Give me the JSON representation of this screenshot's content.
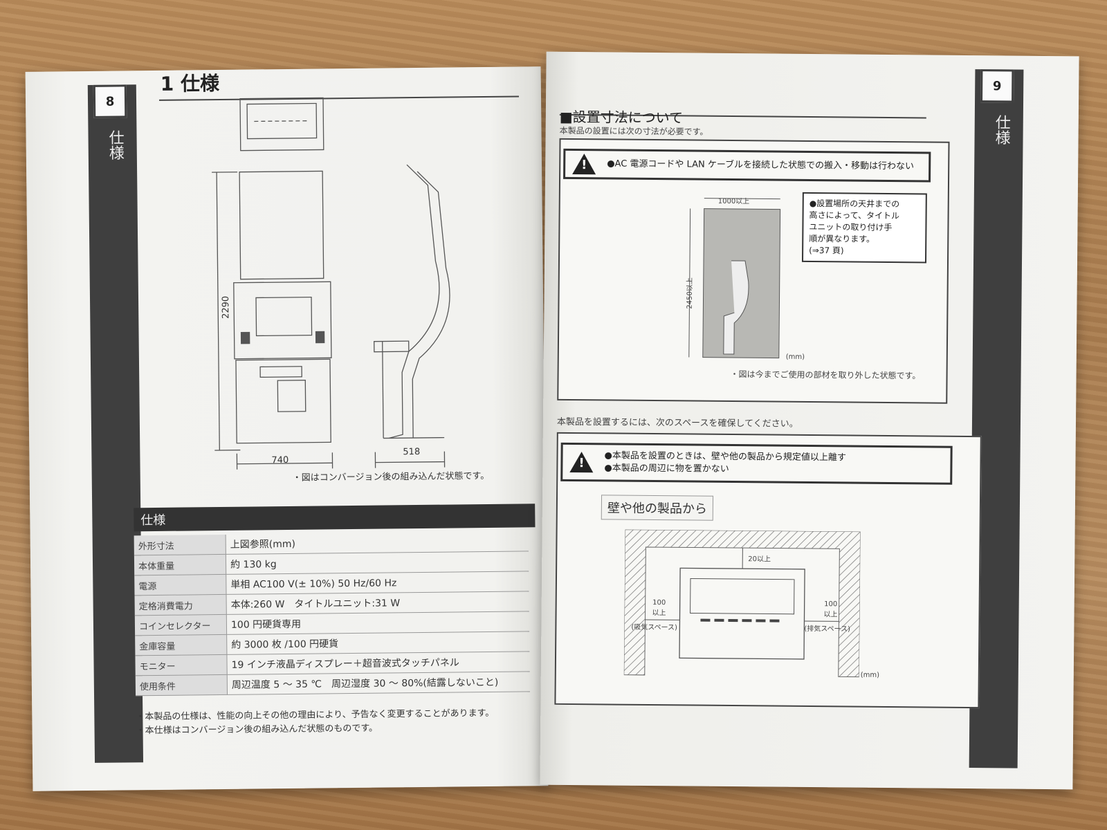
{
  "left": {
    "page_number": "8",
    "sidebar_label": "仕様",
    "chapter_title": "1 仕様",
    "dims": {
      "height": "2290",
      "width": "740",
      "depth": "518"
    },
    "drawing_caption": "・図はコンバージョン後の組み込んだ状態です。",
    "spec_header": "仕様",
    "specs": [
      {
        "k": "外形寸法",
        "v": "上図参照(mm)"
      },
      {
        "k": "本体重量",
        "v": "約 130 kg"
      },
      {
        "k": "電源",
        "v": "単相 AC100 V(± 10%) 50 Hz/60 Hz"
      },
      {
        "k": "定格消費電力",
        "v": "本体:260 W　タイトルユニット:31 W"
      },
      {
        "k": "コインセレクター",
        "v": "100 円硬貨専用"
      },
      {
        "k": "金庫容量",
        "v": "約 3000 枚 /100 円硬貨"
      },
      {
        "k": "モニター",
        "v": "19 インチ液晶ディスプレー＋超音波式タッチパネル"
      },
      {
        "k": "使用条件",
        "v": "周辺温度 5 ～ 35 ℃　周辺湿度 30 ～ 80%(結露しないこと)"
      }
    ],
    "notes": [
      "・本製品の仕様は、性能の向上その他の理由により、予告なく変更することがあります。",
      "・本仕様はコンバージョン後の組み込んだ状態のものです。"
    ]
  },
  "right": {
    "page_number": "9",
    "sidebar_label": "仕様",
    "section_title": "■設置寸法について",
    "section_sub": "本製品の設置には次の寸法が必要です。",
    "warning1": "●AC 電源コードや LAN ケーブルを接続した状態での搬入・移動は行わない",
    "dim_top": "1000以上",
    "dim_side": "2450以上",
    "unit": "(mm)",
    "ceiling_note": [
      "●設置場所の天井までの",
      "高さによって、タイトル",
      "ユニットの取り付け手",
      "順が異なります。",
      "(⇒37 頁)"
    ],
    "fig_caption": "・図は今までご使用の部材を取り外した状態です。",
    "space_text": "本製品を設置するには、次のスペースを確保してください。",
    "warning2": [
      "●本製品を設置のときは、壁や他の製品から規定値以上離す",
      "●本製品の周辺に物を置かない"
    ],
    "wall_label": "壁や他の製品から",
    "top_clear": "20以上",
    "left_clear": [
      "100",
      "以上"
    ],
    "right_clear": [
      "100",
      "以上"
    ],
    "left_vent": "(吸気スペース)",
    "right_vent": "(排気スペース)",
    "unit2": "(mm)"
  }
}
